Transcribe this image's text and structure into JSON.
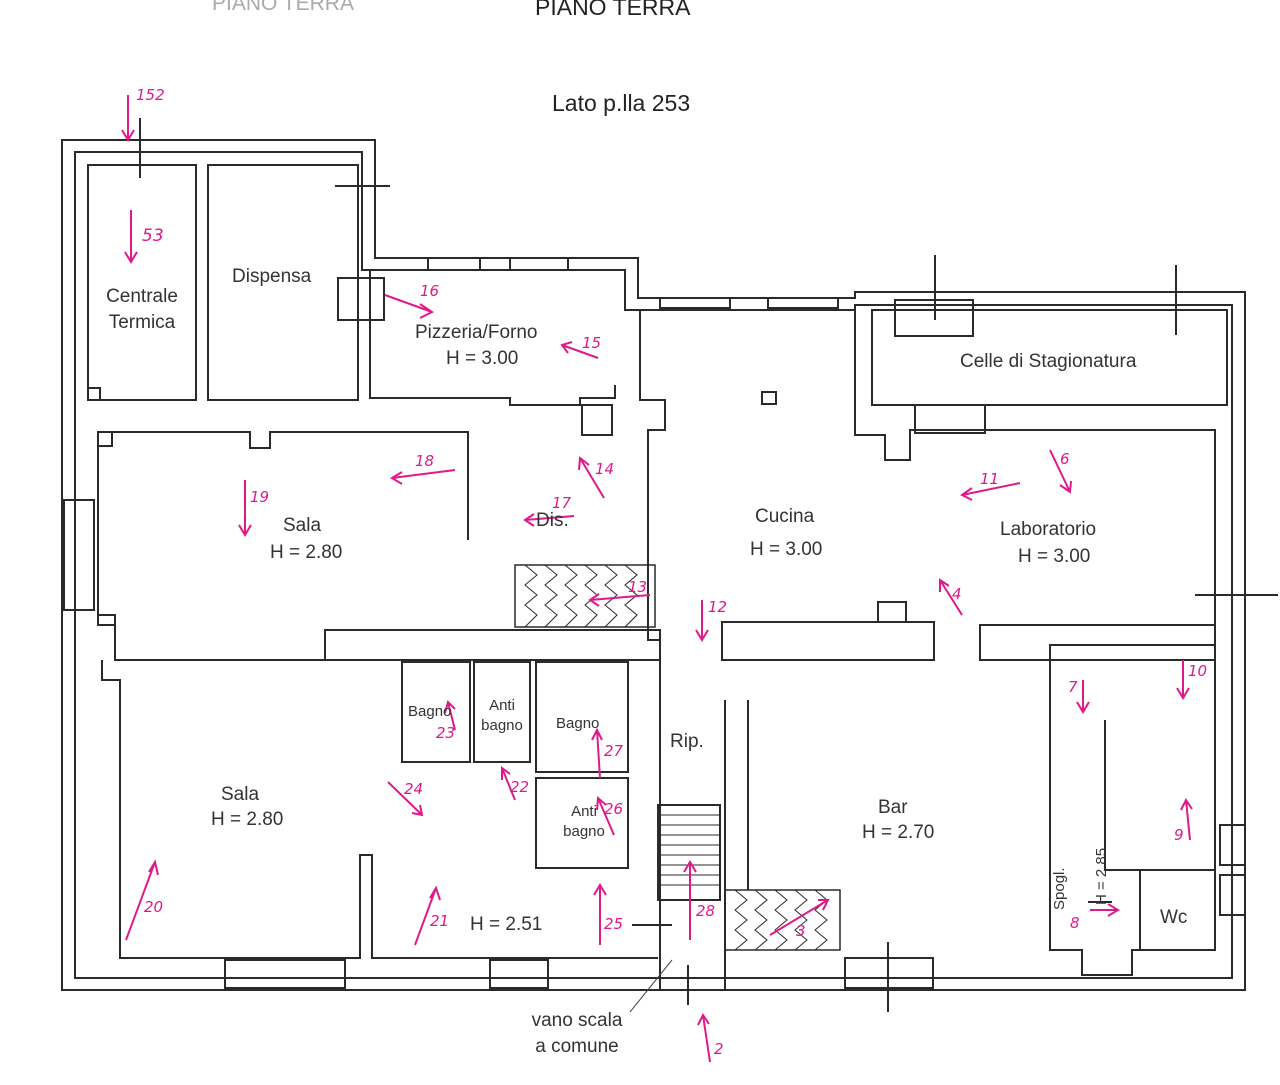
{
  "header": {
    "faint_label": "PIANO TERRA",
    "title": "PIANO TERRA",
    "side_label": "Lato p.lla 253"
  },
  "rooms": {
    "centrale_termica": "Centrale\nTermica",
    "dispensa": "Dispensa",
    "pizzeria": "Pizzeria/Forno",
    "pizzeria_h": "H = 3.00",
    "celle": "Celle di Stagionatura",
    "sala_top": "Sala",
    "sala_top_h": "H = 2.80",
    "dis": "Dis.",
    "cucina": "Cucina",
    "cucina_h": "H = 3.00",
    "laboratorio": "Laboratorio",
    "laboratorio_h": "H = 3.00",
    "bagno_1": "Bagno",
    "antibagno_1": "Anti\nbagno",
    "bagno_2": "Bagno",
    "antibagno_2": "Anti\nbagno",
    "rip": "Rip.",
    "sala_bottom": "Sala",
    "sala_bottom_h": "H = 2.80",
    "bar": "Bar",
    "bar_h": "H = 2.70",
    "corridor_h": "H = 2.51",
    "spogl": "Spogl.",
    "spogl_h": "H = 2.85",
    "wc": "Wc",
    "vano_scala": "vano scala\na comune"
  },
  "photo_markers": [
    "152",
    "53",
    "16",
    "15",
    "18",
    "14",
    "17",
    "13",
    "12",
    "11",
    "6",
    "4",
    "19",
    "7",
    "10",
    "9",
    "8",
    "23",
    "22",
    "27",
    "26",
    "24",
    "20",
    "21",
    "25",
    "28",
    "3",
    "2"
  ],
  "colors": {
    "wall": "#2a2a2a",
    "marker": "#e0198a"
  }
}
